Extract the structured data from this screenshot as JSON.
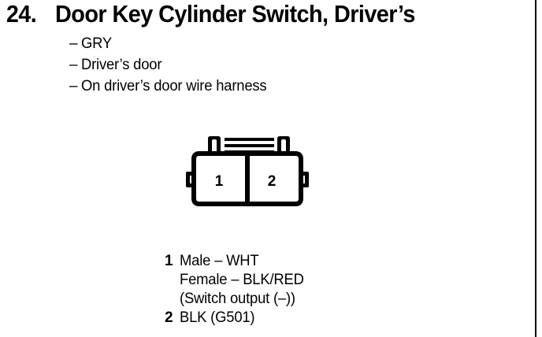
{
  "page": {
    "background_color": "#ffffff",
    "ink_color": "#000000",
    "right_rule": "vertical-page-border"
  },
  "heading": {
    "number": "24.",
    "title": "Door Key Cylinder Switch, Driver’s"
  },
  "bullets": {
    "dash": "–",
    "items": [
      {
        "text": "GRY"
      },
      {
        "text": "Driver’s door"
      },
      {
        "text": "On driver’s door wire harness"
      }
    ]
  },
  "connector": {
    "name": "two-cavity-connector-face-view",
    "cavities": [
      {
        "number": "1"
      },
      {
        "number": "2"
      }
    ]
  },
  "legend": {
    "rows": [
      {
        "pin": "1",
        "text": "Male – WHT"
      },
      {
        "pin": "",
        "text": "Female – BLK/RED"
      },
      {
        "pin": "",
        "text": "(Switch output (–))"
      },
      {
        "pin": "2",
        "text": "BLK (G501)"
      }
    ]
  }
}
